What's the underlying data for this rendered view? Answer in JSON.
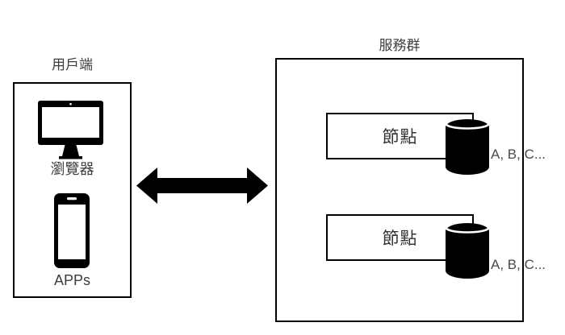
{
  "diagram": {
    "client": {
      "title": "用戶端",
      "devices": [
        {
          "icon": "monitor-icon",
          "label": "瀏覽器"
        },
        {
          "icon": "smartphone-icon",
          "label": "APPs"
        }
      ]
    },
    "connection": {
      "type": "bidirectional-arrow"
    },
    "server": {
      "title": "服務群",
      "nodes": [
        {
          "label": "節點",
          "icon": "database-icon",
          "storage_label": "A, B, C..."
        },
        {
          "label": "節點",
          "icon": "database-icon",
          "storage_label": "A, B, C..."
        }
      ]
    },
    "colors": {
      "line": "#000000",
      "text": "#3d3d3d",
      "background": "#ffffff"
    }
  }
}
